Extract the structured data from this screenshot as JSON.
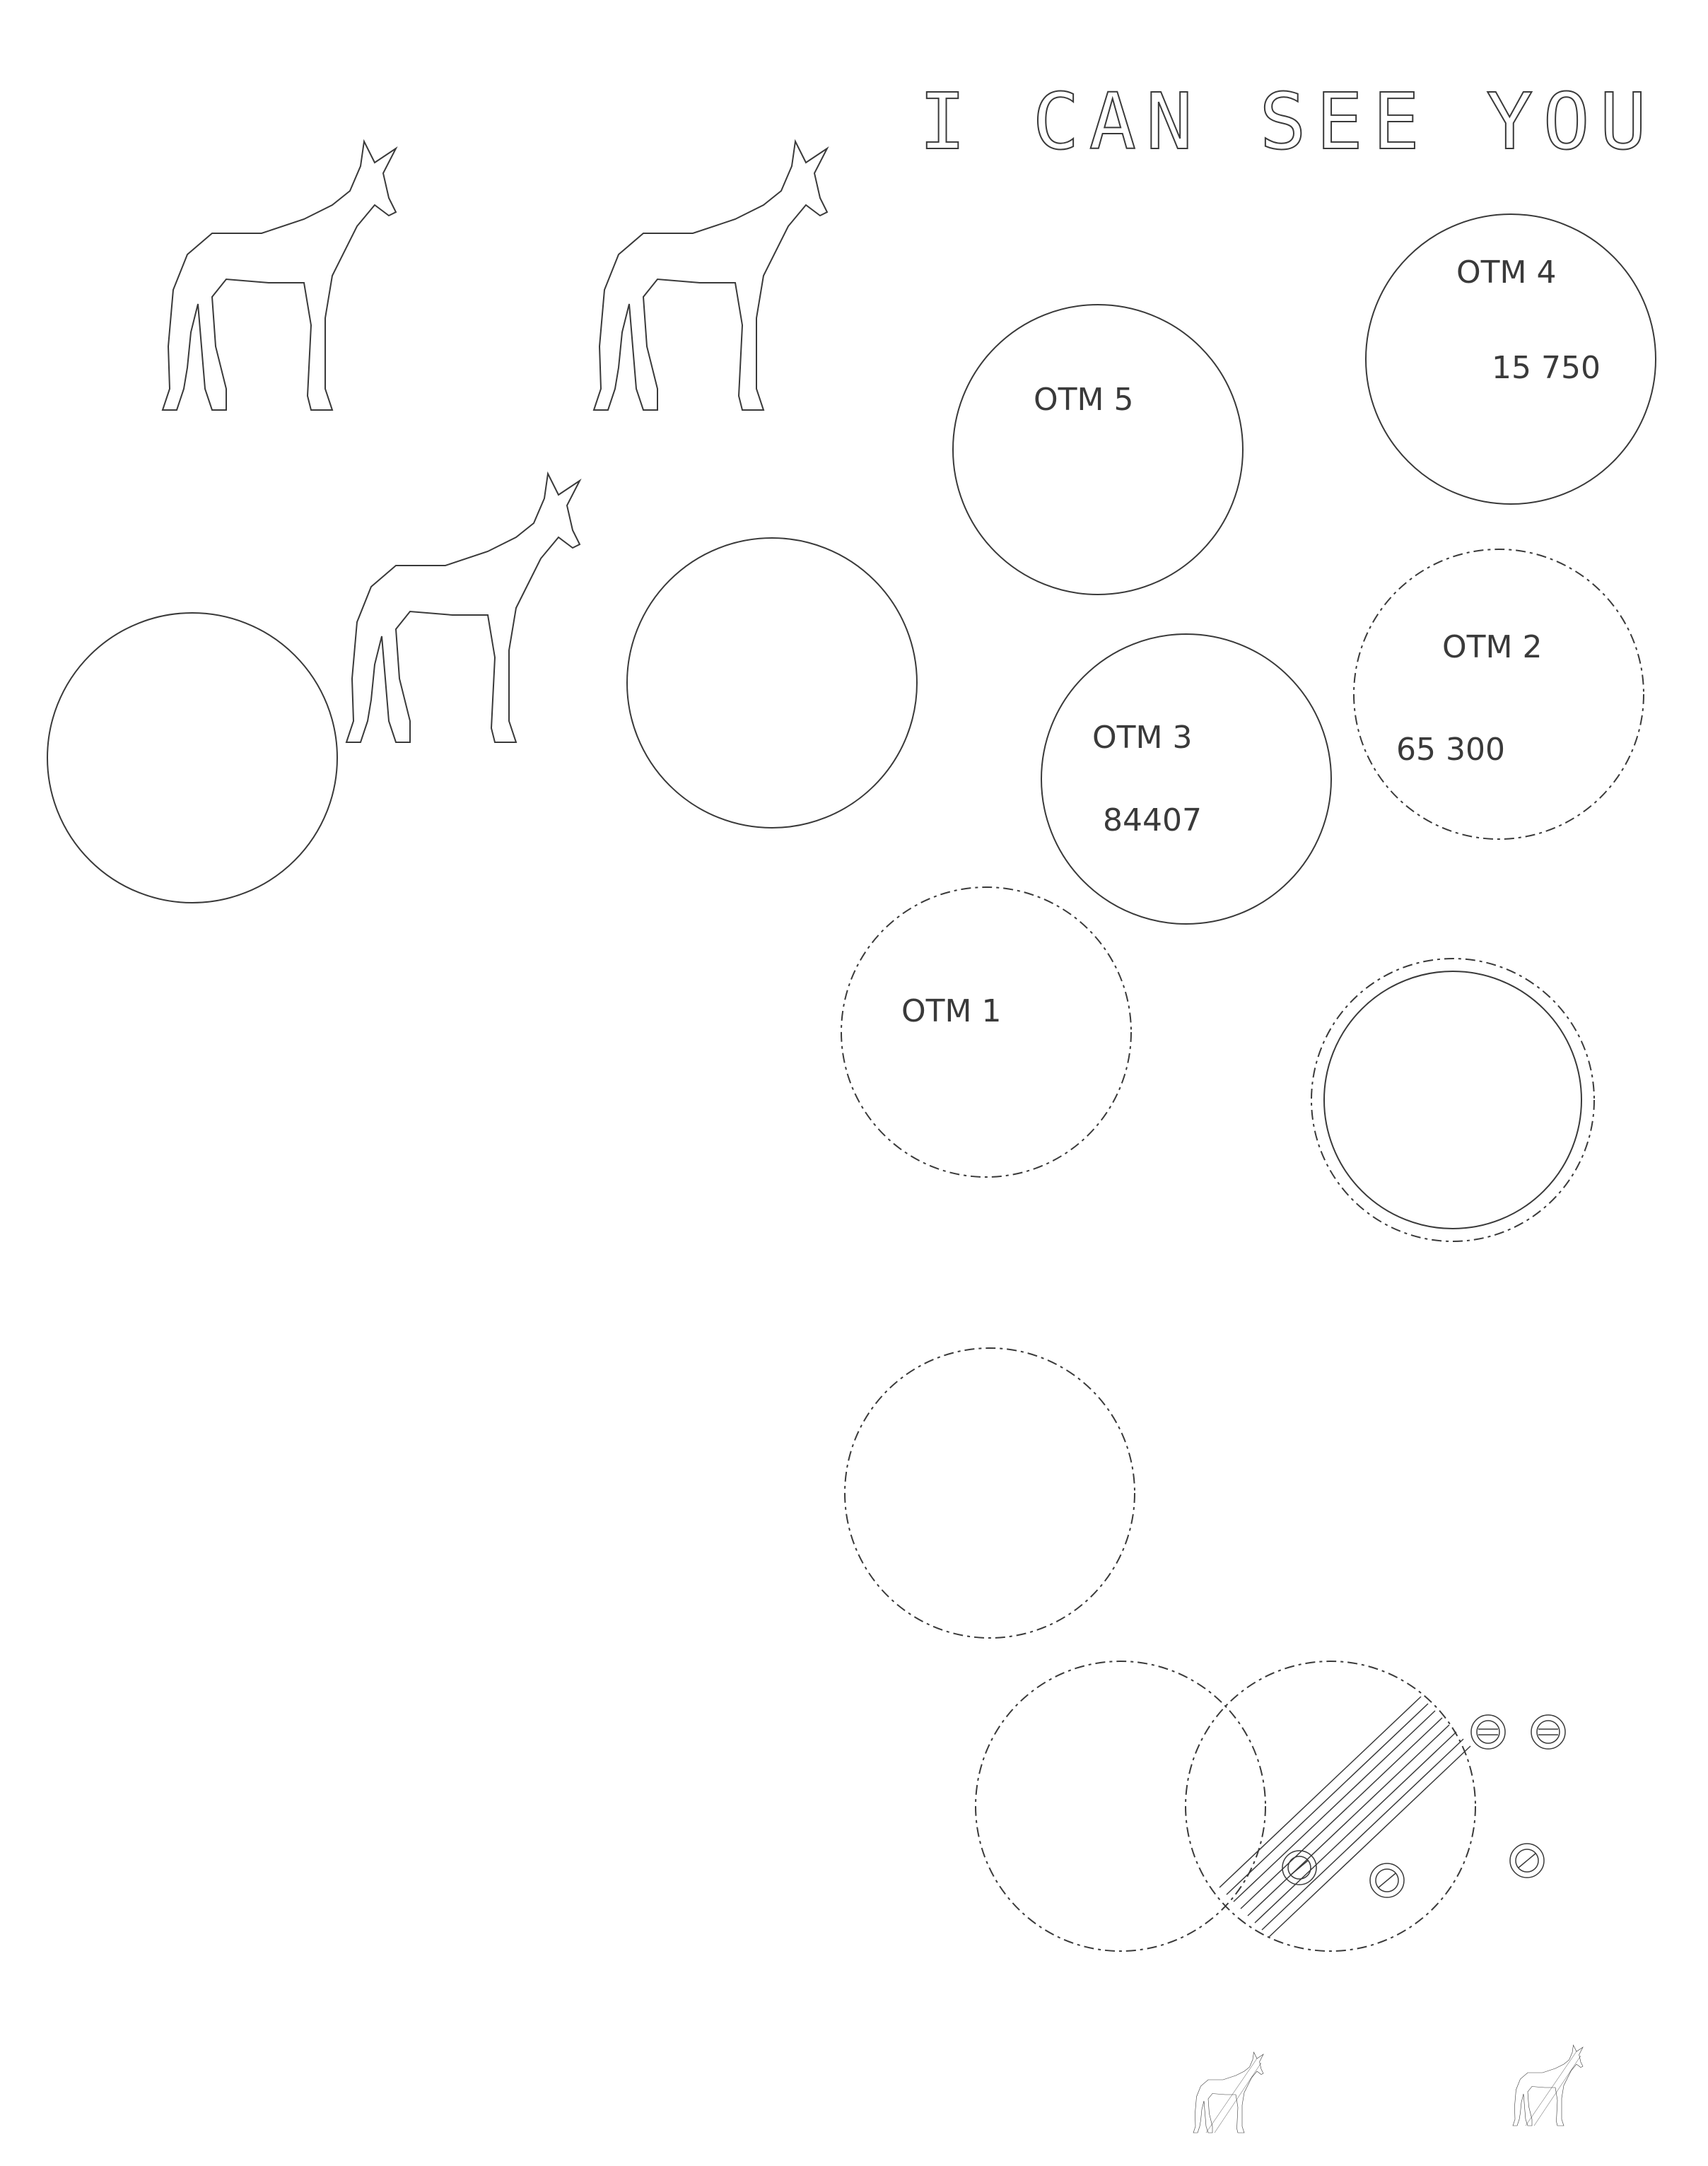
{
  "banner": {
    "text": "I CAN SEE YOU"
  },
  "labels": {
    "otm1": "OTM 1",
    "otm2": "OTM 2",
    "otm3": "OTM 3",
    "otm4": "OTM 4",
    "otm5": "OTM 5",
    "otm2_value": "65 300",
    "otm3_value": "84407",
    "otm4_value": "15 750"
  },
  "icons": {
    "donkey": "donkey-icon",
    "circle": "circle-icon",
    "small_symbol": "striped-circle-icon"
  },
  "colors": {
    "background": "#ffffff",
    "line": "#3a3a3a"
  }
}
